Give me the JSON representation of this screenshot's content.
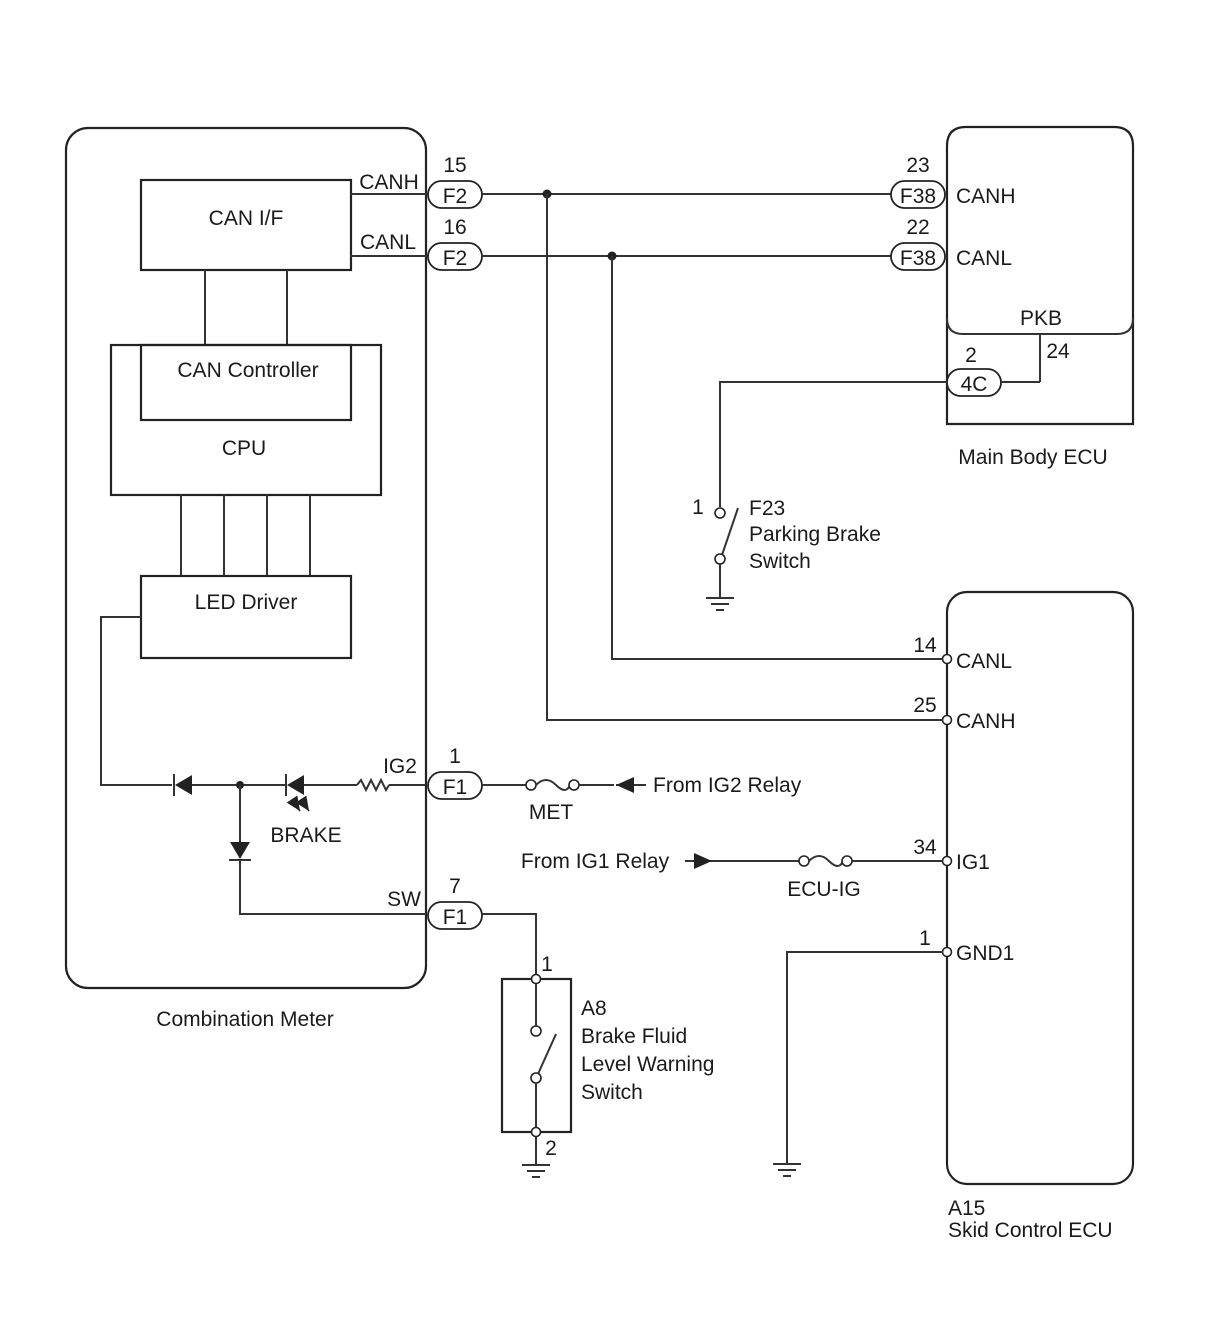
{
  "combination_meter": {
    "name": "Combination Meter",
    "can_if": "CAN I/F",
    "can_controller": "CAN Controller",
    "cpu": "CPU",
    "led_driver": "LED Driver",
    "brake": "BRAKE",
    "canh_label": "CANH",
    "canl_label": "CANL",
    "ig2_label": "IG2",
    "sw_label": "SW"
  },
  "connectors": {
    "f2": "F2",
    "f38": "F38",
    "f1": "F1",
    "c4c": "4C"
  },
  "pins": {
    "f2_canh": "15",
    "f2_canl": "16",
    "f38_canh": "23",
    "f38_canl": "22",
    "c4c": "2",
    "pkb": "24",
    "f1_ig2": "1",
    "f1_sw": "7",
    "f23": "1",
    "a8_top": "1",
    "a8_bottom": "2",
    "a15_canl": "14",
    "a15_canh": "25",
    "a15_ig1": "34",
    "a15_gnd1": "1"
  },
  "main_body_ecu": {
    "name": "Main Body ECU",
    "canh": "CANH",
    "canl": "CANL",
    "pkb": "PKB"
  },
  "parking_brake_switch": {
    "code": "F23",
    "name_line1": "Parking Brake",
    "name_line2": "Switch"
  },
  "skid_control_ecu": {
    "code": "A15",
    "name": "Skid Control ECU",
    "canl": "CANL",
    "canh": "CANH",
    "ig1": "IG1",
    "gnd1": "GND1"
  },
  "brake_fluid_switch": {
    "code": "A8",
    "name_line1": "Brake Fluid",
    "name_line2": "Level Warning",
    "name_line3": "Switch"
  },
  "fuses": {
    "met": "MET",
    "ecu_ig": "ECU-IG"
  },
  "sources": {
    "ig2_relay": "From IG2 Relay",
    "ig1_relay": "From IG1 Relay"
  }
}
